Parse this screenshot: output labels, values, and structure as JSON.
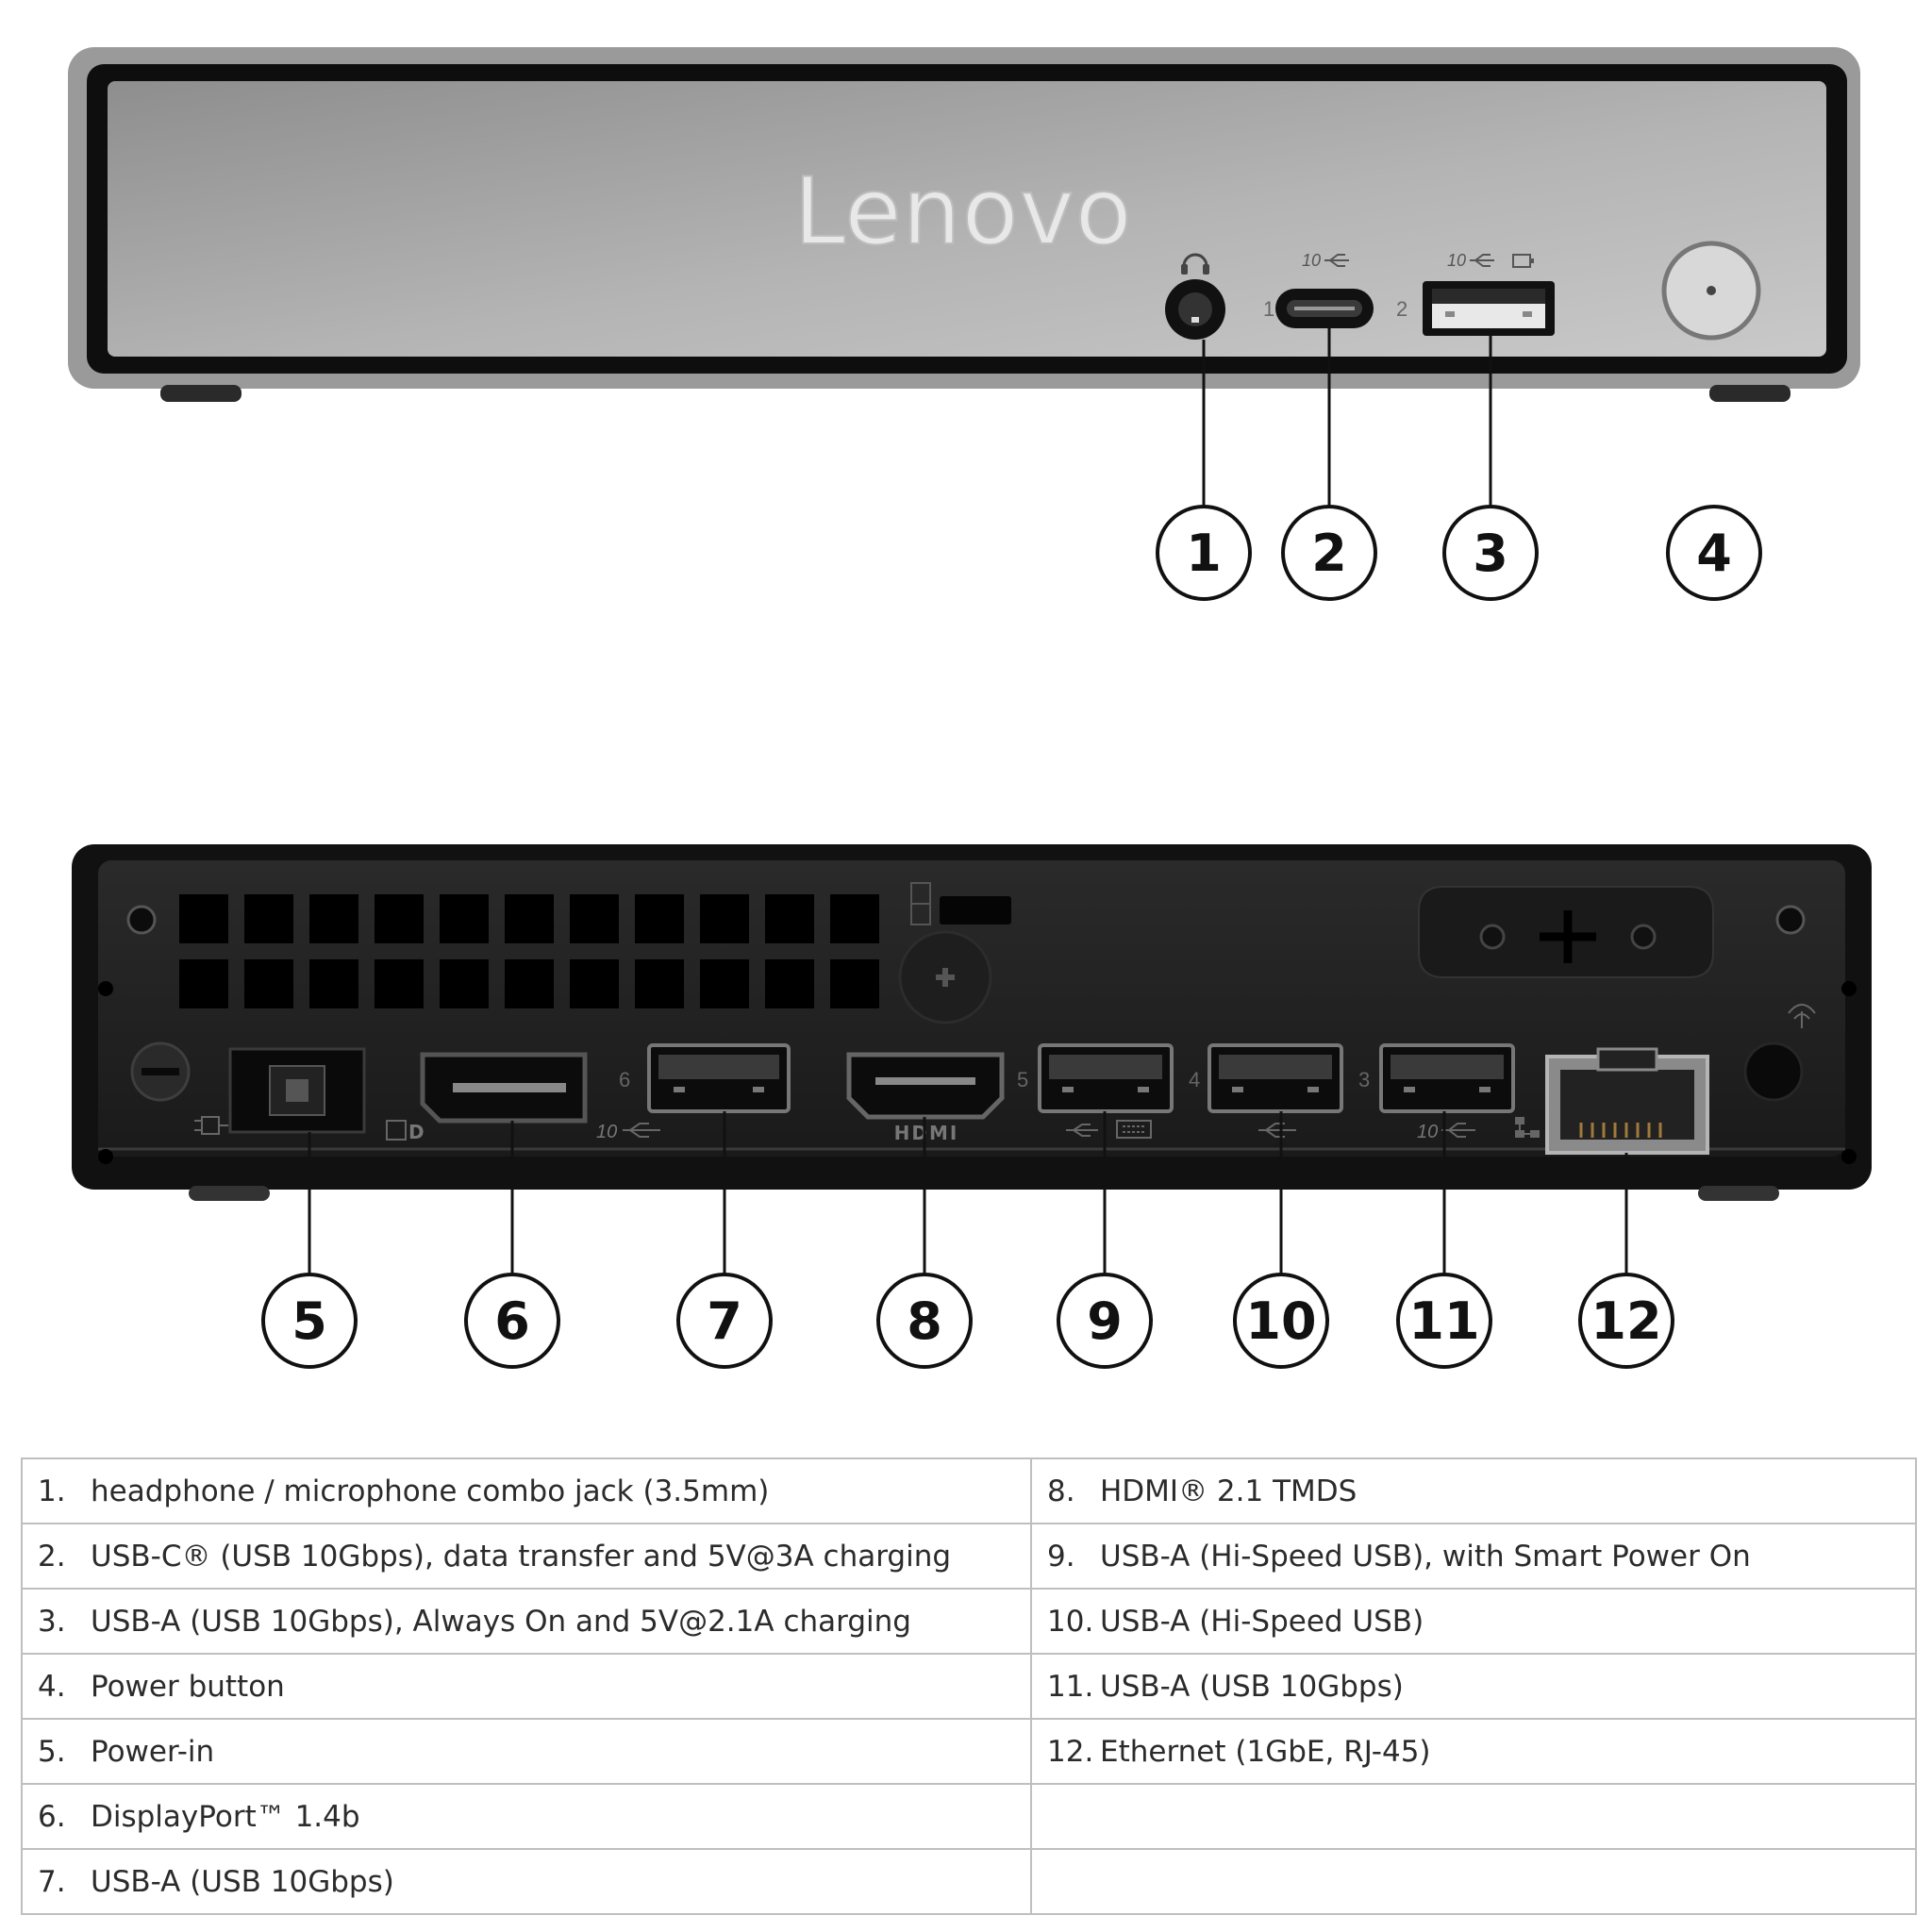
{
  "front": {
    "logo": "Lenovo",
    "port_labels": [
      "1",
      "2"
    ],
    "speed_marks": [
      "10",
      "10"
    ]
  },
  "back": {
    "port_labels": [
      "6",
      "5",
      "4",
      "3"
    ],
    "speed_marks": [
      "10",
      "10"
    ],
    "hdmi_mark": "HDMI"
  },
  "callouts": {
    "front": [
      "1",
      "2",
      "3",
      "4"
    ],
    "back": [
      "5",
      "6",
      "7",
      "8",
      "9",
      "10",
      "11",
      "12"
    ]
  },
  "legend": {
    "left": [
      {
        "num": "1.",
        "text": "headphone / microphone combo jack (3.5mm)"
      },
      {
        "num": "2.",
        "text": "USB-C® (USB 10Gbps), data transfer and 5V@3A charging"
      },
      {
        "num": "3.",
        "text": "USB-A (USB 10Gbps), Always On and 5V@2.1A charging"
      },
      {
        "num": "4.",
        "text": "Power button"
      },
      {
        "num": "5.",
        "text": "Power-in"
      },
      {
        "num": "6.",
        "text": "DisplayPort™ 1.4b"
      },
      {
        "num": "7.",
        "text": "USB-A (USB 10Gbps)"
      }
    ],
    "right": [
      {
        "num": "8.",
        "text": "HDMI® 2.1 TMDS"
      },
      {
        "num": "9.",
        "text": "USB-A (Hi-Speed USB), with Smart Power On"
      },
      {
        "num": "10.",
        "text": "USB-A (Hi-Speed USB)"
      },
      {
        "num": "11.",
        "text": "USB-A (USB 10Gbps)"
      },
      {
        "num": "12.",
        "text": "Ethernet (1GbE, RJ-45)"
      },
      {
        "num": "",
        "text": ""
      },
      {
        "num": "",
        "text": ""
      }
    ]
  },
  "colors": {
    "front_panel": "#a9a9a9",
    "chassis_dark": "#1c1c1c",
    "callout_stroke": "#111111"
  }
}
